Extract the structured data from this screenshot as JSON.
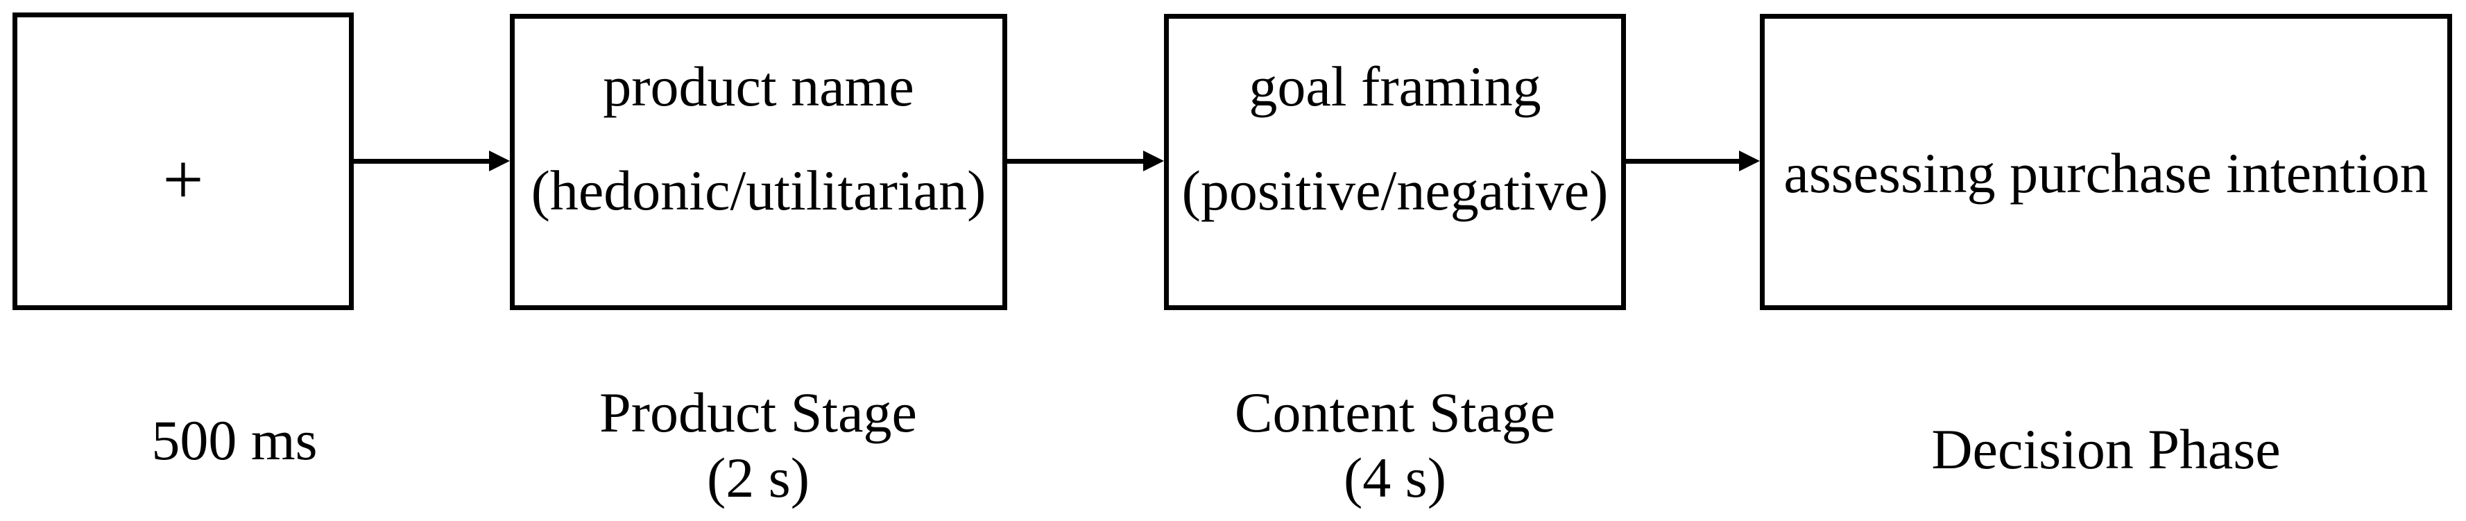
{
  "colors": {
    "background": "#ffffff",
    "ink": "#000000"
  },
  "stages": [
    {
      "box_lines": [
        "+"
      ],
      "caption_lines": [
        "500 ms"
      ]
    },
    {
      "box_lines": [
        "product name",
        "(hedonic/utilitarian)"
      ],
      "caption_lines": [
        "Product Stage",
        "(2 s)"
      ]
    },
    {
      "box_lines": [
        "goal framing",
        "(positive/negative)"
      ],
      "caption_lines": [
        "Content Stage",
        "(4 s)"
      ]
    },
    {
      "box_lines": [
        "assessing purchase intention"
      ],
      "caption_lines": [
        "Decision Phase"
      ]
    }
  ]
}
